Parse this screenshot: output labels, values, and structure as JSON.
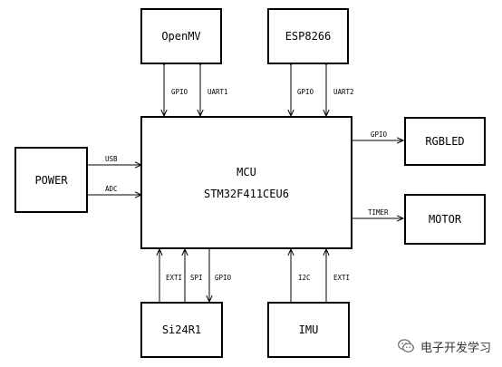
{
  "blocks": {
    "openmv": "OpenMV",
    "esp8266": "ESP8266",
    "power": "POWER",
    "mcu_line1": "MCU",
    "mcu_line2": "STM32F411CEU6",
    "rgbled": "RGBLED",
    "motor": "MOTOR",
    "si24r1": "Si24R1",
    "imu": "IMU"
  },
  "connections": {
    "openmv_gpio": "GPIO",
    "openmv_uart": "UART1",
    "esp_gpio": "GPIO",
    "esp_uart": "UART2",
    "power_usb": "USB",
    "power_adc": "ADC",
    "rgb_gpio": "GPIO",
    "motor_timer": "TIMER",
    "si_exti": "EXTI",
    "si_spi": "SPI",
    "si_gpio": "GPIO",
    "imu_i2c": "I2C",
    "imu_exti": "EXTI"
  },
  "watermark": {
    "text": "电子开发学习",
    "icon": "wechat-icon"
  }
}
